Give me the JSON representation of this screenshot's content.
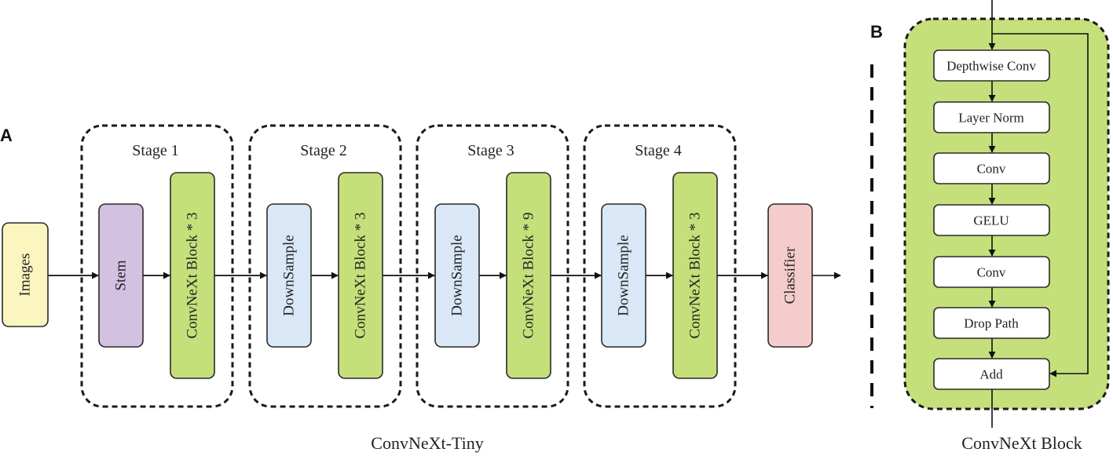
{
  "panels": {
    "a": "A",
    "b": "B"
  },
  "tiny": {
    "input": "Images",
    "stages": [
      {
        "title": "Stage 1",
        "first": "Stem",
        "block": "ConvNeXt Block * 3"
      },
      {
        "title": "Stage 2",
        "first": "DownSample",
        "block": "ConvNeXt Block * 3"
      },
      {
        "title": "Stage 3",
        "first": "DownSample",
        "block": "ConvNeXt Block * 9"
      },
      {
        "title": "Stage 4",
        "first": "DownSample",
        "block": "ConvNeXt Block * 3"
      }
    ],
    "output": "Classifier",
    "caption": "ConvNeXt-Tiny"
  },
  "block": {
    "layers": [
      "Depthwise Conv",
      "Layer Norm",
      "Conv",
      "GELU",
      "Conv",
      "Drop Path",
      "Add"
    ],
    "caption": "ConvNeXt Block"
  },
  "colors": {
    "images": "#fbf6bf",
    "stem": "#d3c1e2",
    "downsample": "#d9e7f6",
    "block": "#c5e07b",
    "classifier": "#f4cccc",
    "block_panel": "#c5e07b",
    "layer": "#ffffff"
  }
}
